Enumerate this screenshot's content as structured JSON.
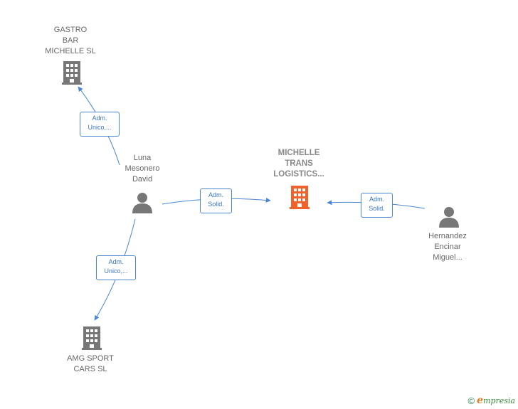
{
  "colors": {
    "edge": "#4a86d4",
    "company": "#777777",
    "focus_company": "#f0612c",
    "person": "#777777"
  },
  "nodes": {
    "gastro": {
      "label": "GASTRO\nBAR\nMICHELLE  SL",
      "icon": "building-icon"
    },
    "luna": {
      "label": "Luna\nMesonero\nDavid",
      "icon": "person-icon"
    },
    "michelle": {
      "label": "MICHELLE\nTRANS\nLOGISTICS...",
      "icon": "building-icon"
    },
    "hernandez": {
      "label": "Hernandez\nEncinar\nMiguel...",
      "icon": "person-icon"
    },
    "amg": {
      "label": "AMG SPORT\nCARS SL",
      "icon": "building-icon"
    }
  },
  "edges": {
    "luna_gastro": {
      "line1": "Adm.",
      "line2": "Unico,..."
    },
    "luna_michelle": {
      "line1": "Adm.",
      "line2": "Solid."
    },
    "hernandez_michelle": {
      "line1": "Adm.",
      "line2": "Solid."
    },
    "luna_amg": {
      "line1": "Adm.",
      "line2": "Unico,..."
    }
  },
  "footer": {
    "copyright": "©",
    "brand_initial": "e",
    "brand_rest": "mpresia"
  }
}
